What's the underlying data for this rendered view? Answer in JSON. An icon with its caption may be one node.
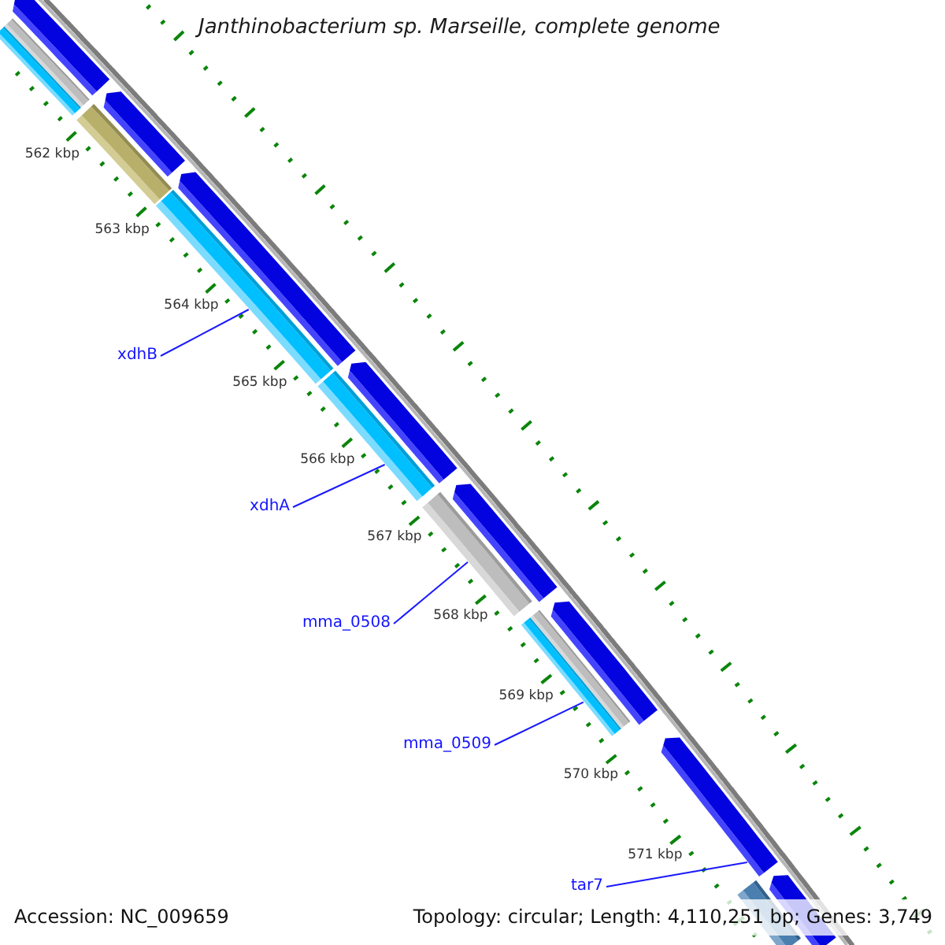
{
  "diagram": {
    "title": "Janthinobacterium sp. Marseille, complete genome",
    "nodes": [
      {
        "text": [],
        "shape": "arrow"
      },
      {
        "text": [],
        "shape": "bar"
      },
      {
        "text": [],
        "shape": "bar"
      },
      {
        "text": [],
        "shape": "arrow"
      },
      {
        "text": [],
        "shape": "bar"
      },
      {
        "text": [],
        "shape": "arrow"
      },
      {
        "text": [],
        "shape": "bar"
      },
      {
        "text": [
          "xdhB"
        ]
      },
      {
        "text": [],
        "shape": "arrow"
      },
      {
        "text": [],
        "shape": "bar"
      },
      {
        "text": [],
        "shape": "arrow"
      },
      {
        "text": [],
        "shape": "bar"
      },
      {
        "text": [
          "xdhA"
        ]
      },
      {
        "text": [],
        "shape": "arrow"
      },
      {
        "text": [],
        "shape": "bar"
      },
      {
        "text": [],
        "shape": "bar"
      },
      {
        "text": [
          "mma_0508"
        ]
      },
      {
        "text": [],
        "shape": "arrow"
      },
      {
        "text": [
          "mma_0509"
        ]
      },
      {
        "text": [],
        "shape": "arrow"
      },
      {
        "text": [
          "tar7"
        ]
      },
      {
        "text": [],
        "shape": "bar"
      }
    ],
    "edges": [
      {
        "from": 7,
        "to": 6,
        "arrow": "none"
      },
      {
        "from": 12,
        "to": 9,
        "arrow": "none"
      },
      {
        "from": 16,
        "to": 11,
        "arrow": "none"
      },
      {
        "from": 18,
        "to": 15,
        "arrow": "none"
      },
      {
        "from": 20,
        "to": 17,
        "arrow": "none"
      }
    ],
    "labels": [
      "562 kbp",
      "563 kbp",
      "564 kbp",
      "565 kbp",
      "566 kbp",
      "567 kbp",
      "568 kbp",
      "569 kbp",
      "570 kbp",
      "571 kbp",
      "Accession: NC_009659",
      "Topology: circular; Length: 4,110,251 bp; Genes: 3,749"
    ]
  }
}
